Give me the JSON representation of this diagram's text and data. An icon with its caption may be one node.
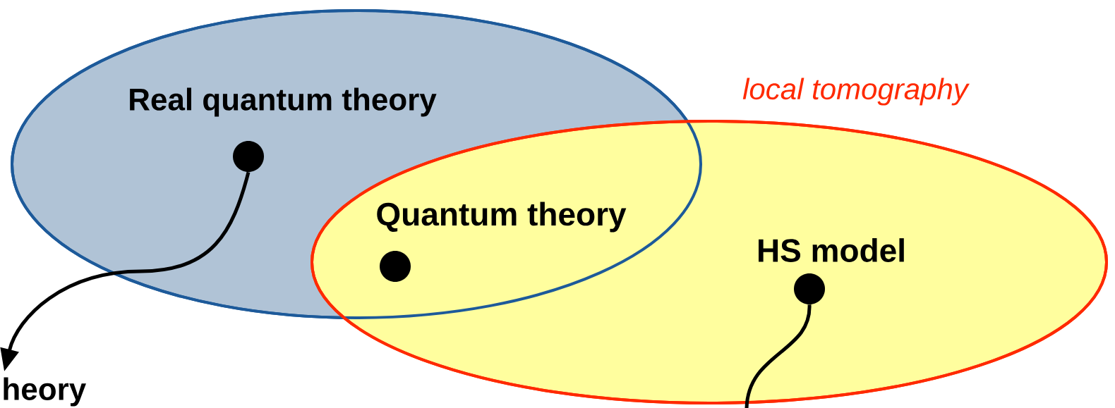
{
  "diagram": {
    "nodes": [
      {
        "text": [
          "Real quantum theory"
        ]
      },
      {
        "text": [
          "local tomography"
        ]
      },
      {
        "text": [],
        "shape": "circle",
        "in": 0
      },
      {
        "text": [],
        "shape": "circle",
        "beside": [
          "Quantum theory"
        ]
      },
      {
        "text": [],
        "shape": "circle",
        "in": 1,
        "beside": [
          "HS model"
        ]
      },
      {
        "text": [
          "heory"
        ]
      }
    ],
    "edges": [
      {
        "from": 2,
        "to": 5,
        "arrow": "to"
      },
      {
        "from": 4,
        "to": null,
        "arrow": "none"
      }
    ]
  }
}
